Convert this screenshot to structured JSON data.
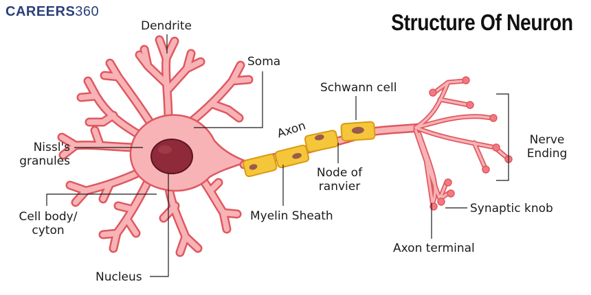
{
  "logo": {
    "brand": "CAREERS",
    "suffix": "360",
    "color": "#2a3f7a"
  },
  "title": "Structure Of Neuron",
  "labels": {
    "dendrite": "Dendrite",
    "soma": "Soma",
    "nissl": "Nissl's\ngranules",
    "cell_body": "Cell body/\ncyton",
    "nucleus": "Nucleus",
    "axon": "Axon",
    "myelin_sheath": "Myelin Sheath",
    "node_of_ranvier": "Node of\nranvier",
    "schwann_cell": "Schwann cell",
    "nerve_ending": "Nerve\nEnding",
    "synaptic_knob": "Synaptic knob",
    "axon_terminal": "Axon terminal"
  },
  "colors": {
    "neuron_fill": "#f7b3b6",
    "neuron_outline": "#e0575f",
    "nucleus": "#8e2a3a",
    "nucleus_outline": "#5c1523",
    "myelin": "#f6c63a",
    "myelin_outline": "#d89a12",
    "schwann_nucleus": "#9a5a4c",
    "leader_line": "#1a1a1a"
  }
}
